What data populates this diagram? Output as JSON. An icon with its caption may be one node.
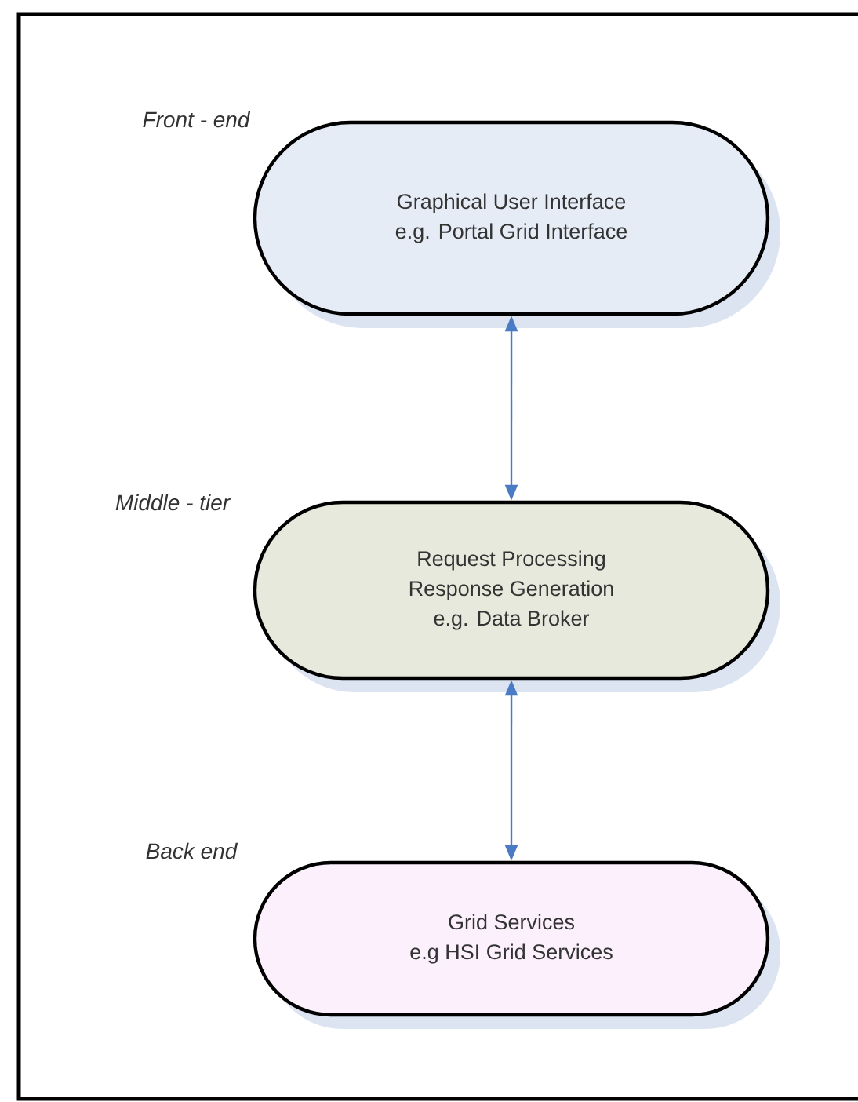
{
  "diagram": {
    "nodes": [
      {
        "text": [
          "Graphical User Interface",
          "e.g. Portal Grid Interface"
        ],
        "beside": [
          "Front - end"
        ]
      },
      {
        "text": [
          "Request Processing",
          "Response Generation",
          "e.g. Data Broker"
        ],
        "beside": [
          "Middle - tier"
        ]
      },
      {
        "text": [
          "Grid Services",
          "e.g HSI Grid Services"
        ],
        "beside": [
          "Back  end"
        ]
      }
    ],
    "edges": [
      {
        "from": 0,
        "to": 1,
        "arrow": "both"
      },
      {
        "from": 1,
        "to": 2,
        "arrow": "both"
      }
    ]
  }
}
